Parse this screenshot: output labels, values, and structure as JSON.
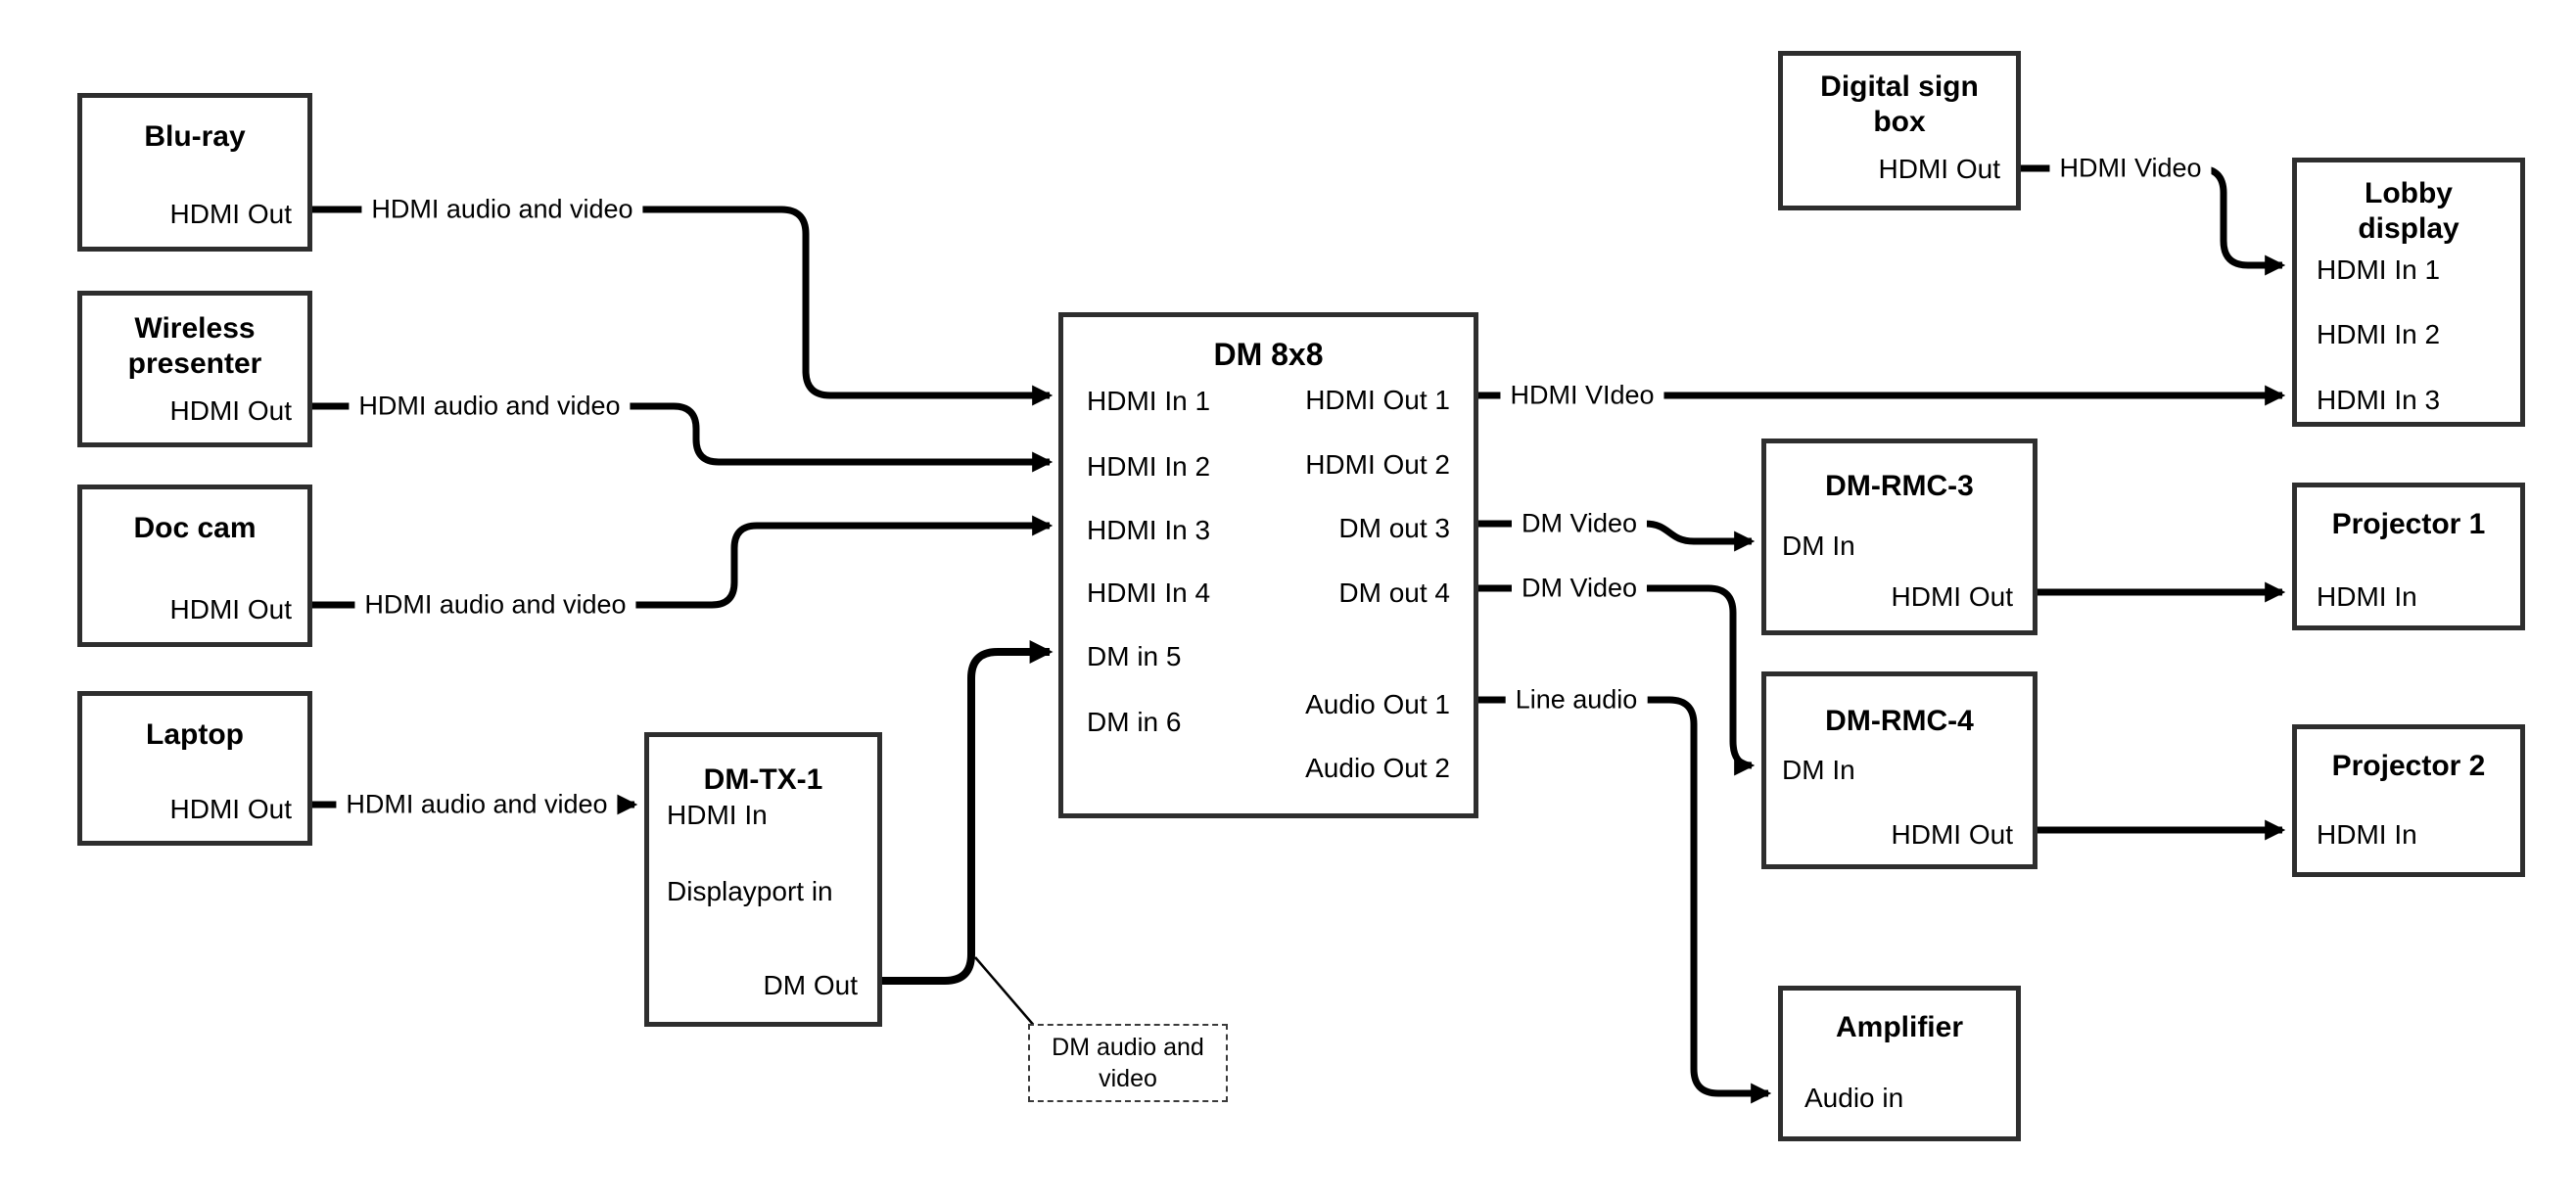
{
  "diagram_type": "av-signal-flow",
  "colors": {
    "background": "#ffffff",
    "box_border": "#2e2e2e",
    "wire": "#000000",
    "text": "#000000"
  },
  "nodes": {
    "bluray": {
      "title": "Blu-ray",
      "port_hdmi_out": "HDMI Out"
    },
    "wireless": {
      "title": "Wireless presenter",
      "port_hdmi_out": "HDMI Out"
    },
    "doccam": {
      "title": "Doc cam",
      "port_hdmi_out": "HDMI Out"
    },
    "laptop": {
      "title": "Laptop",
      "port_hdmi_out": "HDMI Out"
    },
    "dmtx1": {
      "title": "DM-TX-1",
      "port_hdmi_in": "HDMI In",
      "port_displayport_in": "Displayport in",
      "port_dm_out": "DM Out"
    },
    "dm8x8": {
      "title": "DM 8x8",
      "port_hdmi_in_1": "HDMI In 1",
      "port_hdmi_in_2": "HDMI In 2",
      "port_hdmi_in_3": "HDMI In 3",
      "port_hdmi_in_4": "HDMI In 4",
      "port_dm_in_5": "DM in 5",
      "port_dm_in_6": "DM in 6",
      "port_hdmi_out_1": "HDMI Out 1",
      "port_hdmi_out_2": "HDMI Out 2",
      "port_dm_out_3": "DM out 3",
      "port_dm_out_4": "DM out 4",
      "port_audio_out_1": "Audio Out 1",
      "port_audio_out_2": "Audio Out 2"
    },
    "digisign": {
      "title": "Digital sign box",
      "port_hdmi_out": "HDMI Out"
    },
    "lobby": {
      "title": "Lobby display",
      "port_hdmi_in_1": "HDMI In 1",
      "port_hdmi_in_2": "HDMI In 2",
      "port_hdmi_in_3": "HDMI In 3"
    },
    "dmrmc3": {
      "title": "DM-RMC-3",
      "port_dm_in": "DM In",
      "port_hdmi_out": "HDMI Out"
    },
    "proj1": {
      "title": "Projector 1",
      "port_hdmi_in": "HDMI In"
    },
    "dmrmc4": {
      "title": "DM-RMC-4",
      "port_dm_in": "DM In",
      "port_hdmi_out": "HDMI Out"
    },
    "proj2": {
      "title": "Projector 2",
      "port_hdmi_in": "HDMI In"
    },
    "amplifier": {
      "title": "Amplifier",
      "port_audio_in": "Audio in"
    }
  },
  "wire_labels": {
    "bluray_to_dm8x8": "HDMI audio and video",
    "wireless_to_dm8x8": "HDMI audio and video",
    "doccam_to_dm8x8": "HDMI audio and video",
    "laptop_to_dmtx1": "HDMI audio and video",
    "digisign_to_lobby": "HDMI Video",
    "hdmiout1_to_lobby": "HDMI VIdeo",
    "dmout3_to_rmc3": "DM Video",
    "dmout4_to_rmc4": "DM Video",
    "audioout1_to_amp": "Line audio"
  },
  "annotation": {
    "dm_out_note": "DM audio and video"
  }
}
